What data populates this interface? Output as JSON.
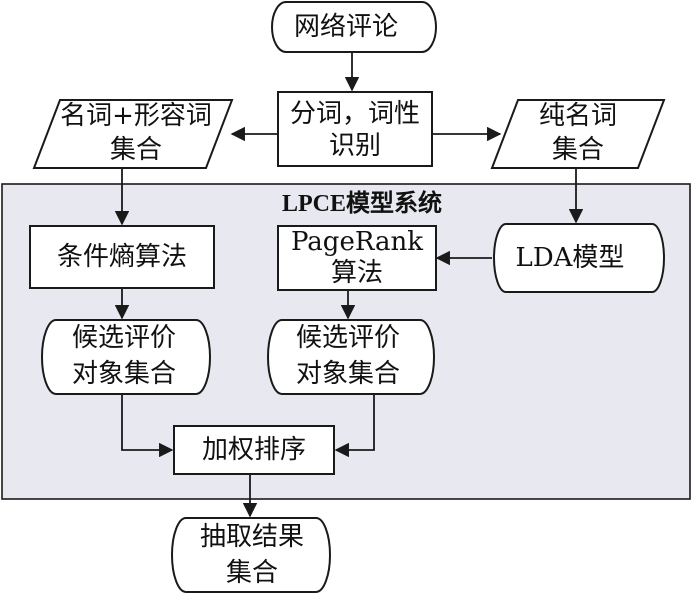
{
  "diagram": {
    "panel_title": "LPCE模型系统",
    "nodes": {
      "network_reviews": "网络评论",
      "segmentation_line1": "分词，词性",
      "segmentation_line2": "识别",
      "noun_adj_line1": "名词+形容词",
      "noun_adj_line2": "集合",
      "pure_noun_line1": "纯名词",
      "pure_noun_line2": "集合",
      "conditional_entropy": "条件熵算法",
      "pagerank_line1": "PageRank",
      "pagerank_line2": "算法",
      "lda_model": "LDA模型",
      "candidate_left_line1": "候选评价",
      "candidate_left_line2": "对象集合",
      "candidate_right_line1": "候选评价",
      "candidate_right_line2": "对象集合",
      "weighted_ranking": "加权排序",
      "extraction_line1": "抽取结果",
      "extraction_line2": "集合"
    }
  }
}
